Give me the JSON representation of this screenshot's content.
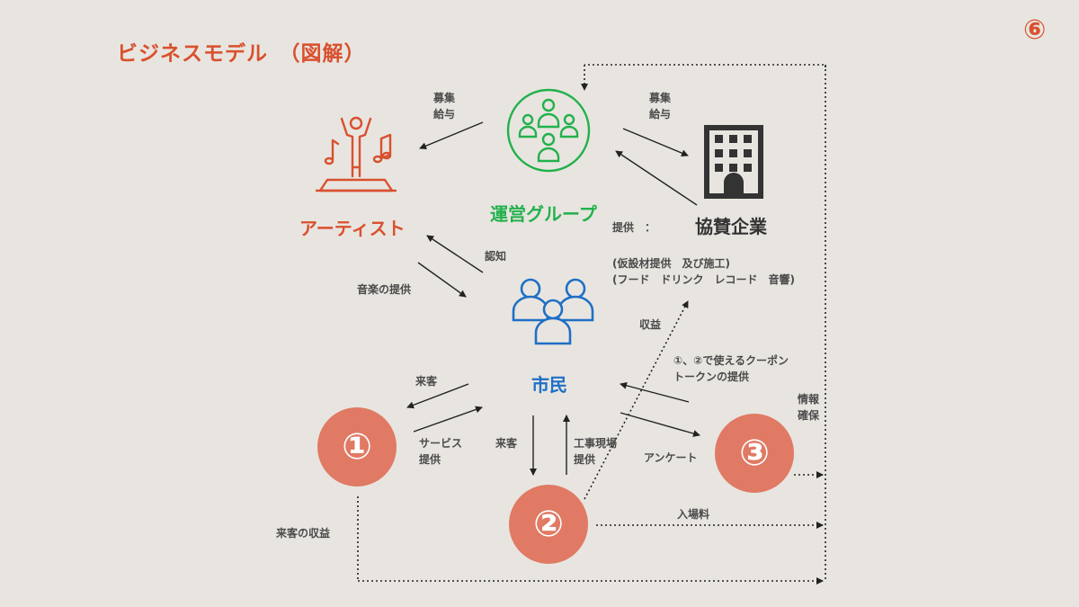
{
  "slide": {
    "title": "ビジネスモデル　（図解）",
    "page_marker": "⑥"
  },
  "nodes": {
    "artist": {
      "label": "アーティスト",
      "icon": "performer-icon"
    },
    "organizer": {
      "label": "運営グループ",
      "icon": "group-icon"
    },
    "sponsor": {
      "label": "協賛企業",
      "icon": "building-icon"
    },
    "citizens": {
      "label": "市民",
      "icon": "people-icon"
    },
    "service1": {
      "label": "①"
    },
    "service2": {
      "label": "②"
    },
    "service3": {
      "label": "③"
    }
  },
  "edges": {
    "recruit_pay_artist": [
      "募集",
      "給与"
    ],
    "recruit_pay_sponsor": [
      "募集",
      "給与"
    ],
    "recognition": "認知",
    "music_provision": "音楽の提供",
    "provision_label": "提供　：",
    "provision_items": [
      "(仮設材提供　及び施工)",
      "(フード　ドリンク　レコード　音響)"
    ],
    "revenue": "収益",
    "coupon": [
      "①、②で使えるクーポン",
      "トークンの提供"
    ],
    "info": [
      "情報",
      "確保"
    ],
    "visitors_1": "来客",
    "service_provision": [
      "サービス",
      "提供"
    ],
    "visitors_2": "来客",
    "site_provision": [
      "工事現場",
      "提供"
    ],
    "survey": "アンケート",
    "visitor_revenue": "来客の収益",
    "admission": "入場料"
  },
  "colors": {
    "accent_orange": "#d9502e",
    "group_green": "#22b14c",
    "citizen_blue": "#1f6fc5",
    "circle_fill": "#e07a64",
    "building_dark": "#333333",
    "background": "#e8e5e0"
  }
}
